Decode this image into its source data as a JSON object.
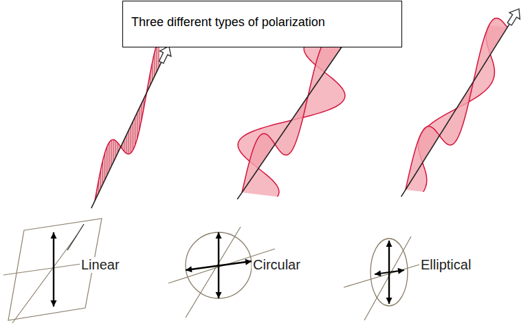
{
  "diagram": {
    "nodes": [
      {
        "text": [
          "Three different types of polarization"
        ]
      }
    ],
    "labels": [
      "Linear",
      "Circular",
      "Elliptical"
    ]
  }
}
